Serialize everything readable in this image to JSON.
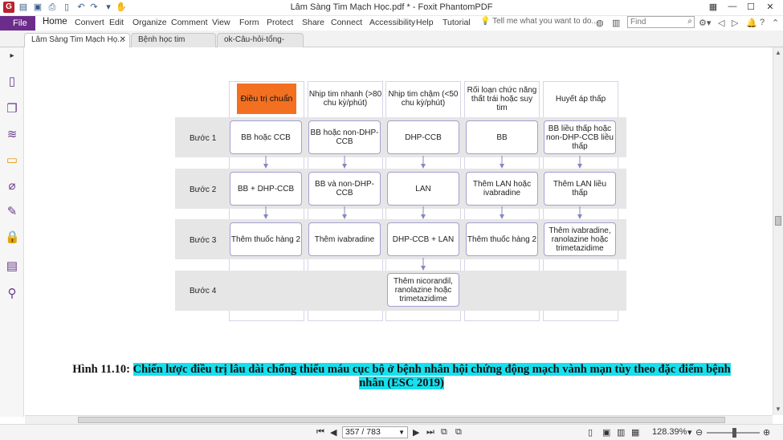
{
  "window": {
    "title": "Lâm Sàng Tim Mạch Học.pdf * - Foxit PhantomPDF",
    "controls": {
      "minimize": "—",
      "maximize": "☐",
      "close": "✕"
    }
  },
  "menu": {
    "file": "File",
    "items": [
      "Home",
      "Convert",
      "Edit",
      "Organize",
      "Comment",
      "View",
      "Form",
      "Protect",
      "Share",
      "Connect",
      "Accessibility",
      "Help",
      "Tutorial"
    ],
    "tell_me": "Tell me what you want to do...",
    "find_placeholder": "Find"
  },
  "tabs": [
    {
      "label": "Lâm Sàng Tim Mạch Họ...",
      "active": true
    },
    {
      "label": "Bệnh học tim mạch.pdf",
      "active": false
    },
    {
      "label": "ok-Câu-hỏi-tổng-hợp-...",
      "active": false
    }
  ],
  "diagram": {
    "headers": [
      "Điều trị chuẩn",
      "Nhịp tim nhanh (>80 chu kỳ/phút)",
      "Nhịp tim chậm (<50 chu kỳ/phút)",
      "Rối loạn chức năng thất trái hoặc suy tim",
      "Huyết áp thấp"
    ],
    "steps": [
      "Bước 1",
      "Bước 2",
      "Bước 3",
      "Bước 4"
    ],
    "row1": [
      "BB hoặc CCB",
      "BB hoặc non-DHP-CCB",
      "DHP-CCB",
      "BB",
      "BB liều thấp hoặc non-DHP-CCB liều thấp"
    ],
    "row2": [
      "BB + DHP-CCB",
      "BB và non-DHP-CCB",
      "LAN",
      "Thêm LAN hoặc ivabradine",
      "Thêm LAN liều thấp"
    ],
    "row3": [
      "Thêm thuốc hàng 2",
      "Thêm ivabradine",
      "DHP-CCB + LAN",
      "Thêm thuốc hàng 2",
      "Thêm ivabradine, ranolazine hoặc trimetazidime"
    ],
    "row4": [
      "Thêm nicorandil, ranolazine hoặc trimetazidime"
    ]
  },
  "caption": {
    "prefix": "Hình 11.10: ",
    "highlighted": "Chiến lược điều trị lâu dài chống thiếu máu cục bộ ở bệnh nhân hội chứng động mạch vành mạn tùy theo đặc điểm bệnh nhân (ESC 2019)"
  },
  "status": {
    "page": "357 / 783",
    "zoom": "128.39%"
  },
  "colors": {
    "file_menu": "#6c2c8a",
    "standard_badge": "#f37021",
    "highlight": "#16e0ee",
    "node_border": "#a39fd0"
  }
}
